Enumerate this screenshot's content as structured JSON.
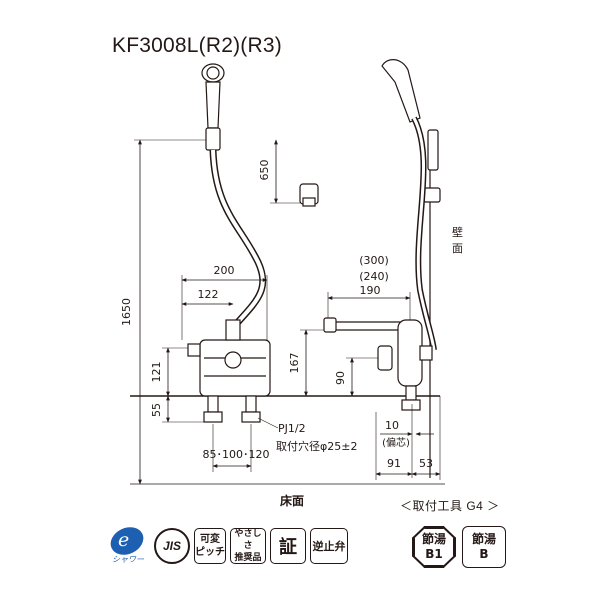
{
  "title": "KF3008L(R2)(R3)",
  "dimensions": {
    "d650": "650",
    "d1650": "1650",
    "d200": "200",
    "d122": "122",
    "d121": "121",
    "d55": "55",
    "d167": "167",
    "d90": "90",
    "d300": "(300)",
    "d240": "(240)",
    "d190": "190",
    "d10": "10",
    "offset": "(偏芯)",
    "d91": "91",
    "d53": "53",
    "pitch": "85･100･120"
  },
  "notes": {
    "pipe": "PJ1/2",
    "hole": "取付穴径φ25±2",
    "wall_1": "壁",
    "wall_2": "面",
    "floor": "床面",
    "tool": "＜取付工具 G4 ＞"
  },
  "badges": {
    "eco_mark": "e",
    "eco_caption": "シャワー",
    "jis": "JIS",
    "variable_1": "可変",
    "variable_2": "ピッチ",
    "friendly_1": "やさしさ",
    "friendly_2": "推奨品",
    "cert": "証",
    "check_valve": "逆止弁"
  },
  "temp_badges": {
    "b1_top": "節湯",
    "b1_bottom": "B1",
    "b_top": "節湯",
    "b_bottom": "B"
  },
  "colors": {
    "line": "#231815",
    "eco_blue": "#1d5fb0"
  }
}
